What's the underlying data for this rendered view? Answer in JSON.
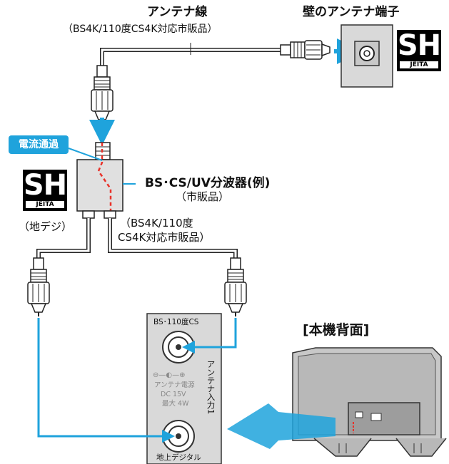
{
  "labels": {
    "cable_title": "アンテナ線",
    "cable_note": "（BS4K/110度CS4K対応市販品）",
    "wall_terminal": "壁のアンテナ端子",
    "current_pass": "電流通過",
    "splitter_name": "BS･CS/UV分波器(例)",
    "splitter_note": "（市販品）",
    "terrestrial_note": "（地デジ）",
    "bs_cable_note_1": "（BS4K/110度",
    "bs_cable_note_2": "CS4K対応市販品）",
    "rear_view": "[本機背面]",
    "port_bs": "BS･110度CS",
    "port_terrestrial": "地上デジタル",
    "antenna_input": "アンテナ入力1",
    "power_polarity": "⊖—◐—⊕",
    "power_1": "アンテナ電源",
    "power_2": "DC 15V",
    "power_3": "最大 4W"
  },
  "badges": [
    {
      "main": "SH",
      "sub": "JEITA"
    },
    {
      "main": "SH",
      "sub": "JEITA"
    }
  ],
  "colors": {
    "arrow_blue": "#1fa3dc",
    "badge_bg": "#000000",
    "tag_bg": "#1fa3dc",
    "current_path": "#e8322a",
    "panel_gray": "#d9d9d9"
  },
  "icons": [
    "connector-icon",
    "wall-outlet-icon",
    "splitter-icon",
    "antenna-port-icon",
    "tv-rear-icon",
    "arrow-icon"
  ]
}
